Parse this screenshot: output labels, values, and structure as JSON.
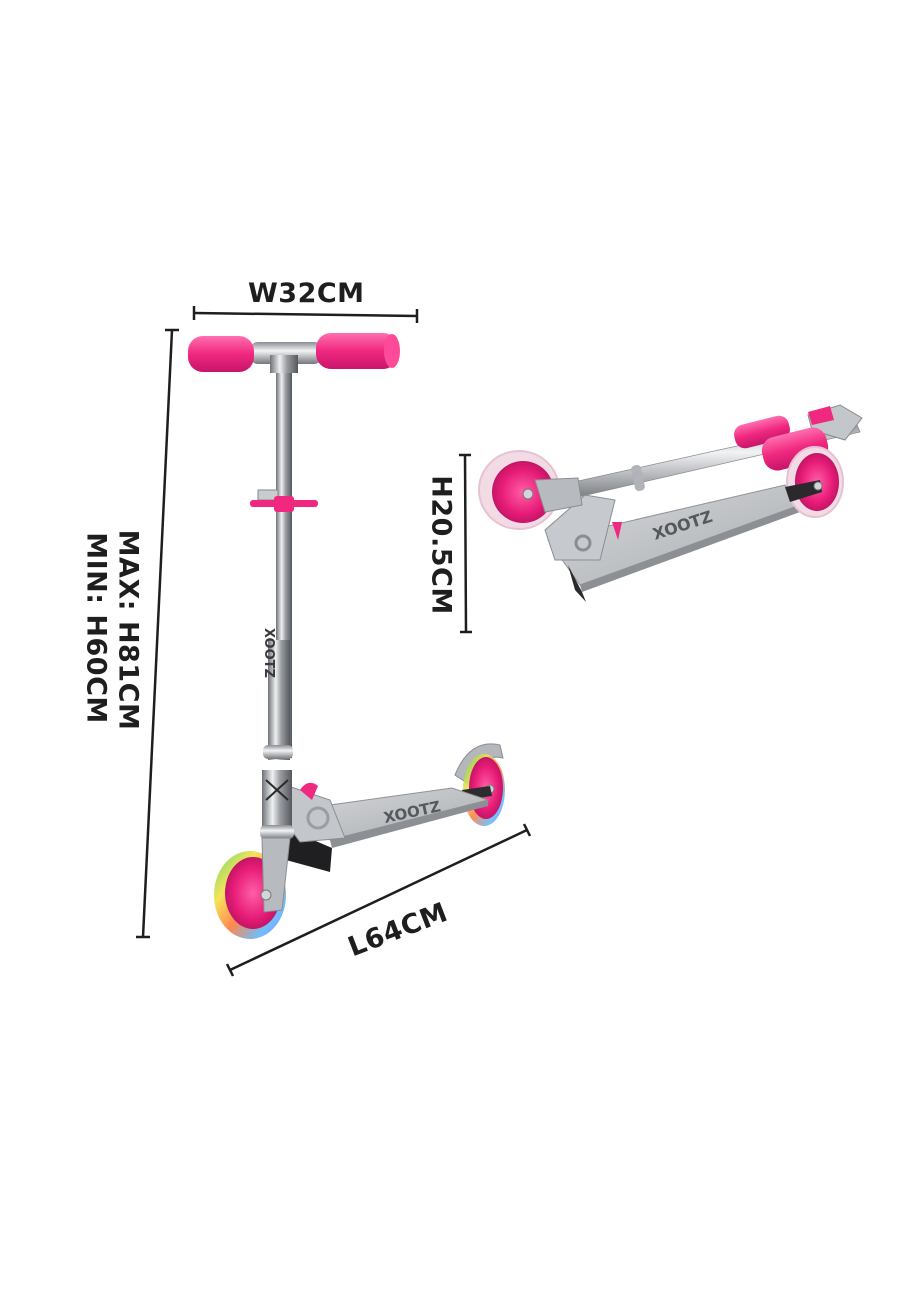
{
  "product": {
    "type": "kick scooter dimensions diagram",
    "colors": {
      "accent_pink": "#f0287f",
      "frame_silver": "#b9bcc0",
      "dimension_line": "#1e1e1e",
      "background": "#ffffff"
    }
  },
  "dimensions": {
    "width": "W32CM",
    "height_max": "MAX: H81CM",
    "height_min": "MIN: H60CM",
    "folded_height": "H20.5CM",
    "length": "L64CM"
  },
  "deck_logo": "XOOTZ"
}
